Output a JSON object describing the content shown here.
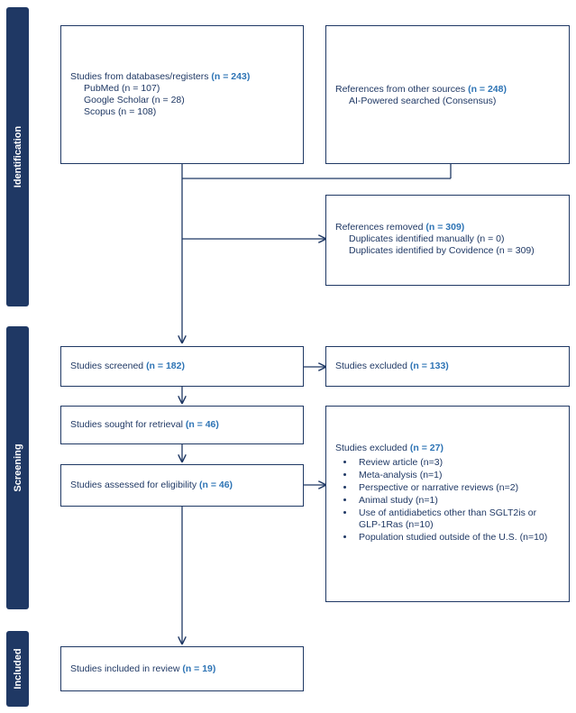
{
  "phases": {
    "identification": "Identification",
    "screening": "Screening",
    "included": "Included"
  },
  "boxes": {
    "databases": {
      "title": "Studies from databases/registers",
      "count": "(n = 243)",
      "items": [
        "PubMed (n = 107)",
        "Google Scholar (n = 28)",
        "Scopus (n = 108)"
      ]
    },
    "other_sources": {
      "title": "References from other sources",
      "count": "(n = 248)",
      "items": [
        "AI-Powered searched (Consensus)"
      ]
    },
    "removed": {
      "title": "References removed",
      "count": "(n = 309)",
      "items": [
        "Duplicates identified manually (n = 0)",
        "Duplicates identified by Covidence (n = 309)"
      ]
    },
    "screened": {
      "title": "Studies screened",
      "count": "(n = 182)"
    },
    "excluded_1": {
      "title": "Studies excluded",
      "count": "(n = 133)"
    },
    "retrieval": {
      "title": "Studies sought for retrieval",
      "count": "(n = 46)"
    },
    "eligibility": {
      "title": "Studies assessed for eligibility",
      "count": "(n = 46)"
    },
    "excluded_2": {
      "title": "Studies excluded",
      "count": "(n = 27)",
      "items": [
        "Review article (n=3)",
        "Meta-analysis (n=1)",
        "Perspective or narrative reviews (n=2)",
        "Animal study (n=1)",
        "Use of antidiabetics other than SGLT2is or GLP-1Ras (n=10)",
        "Population studied outside of the U.S. (n=10)"
      ]
    },
    "included": {
      "title": "Studies included in review",
      "count": "(n = 19)"
    }
  },
  "colors": {
    "navy": "#1f3864",
    "highlight": "#2e74b5"
  }
}
